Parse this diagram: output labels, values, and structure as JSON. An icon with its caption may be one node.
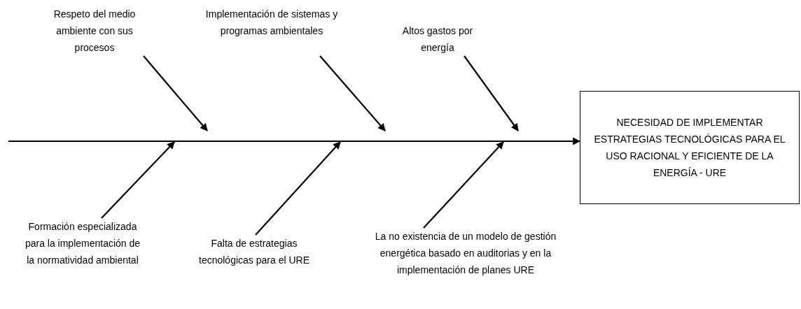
{
  "diagram": {
    "nodes": [
      {
        "text": [
          "NECESIDAD DE IMPLEMENTAR ESTRATEGIAS TECNOLÓGICAS PARA EL USO RACIONAL Y EFICIENTE DE LA ENERGÍA - URE"
        ]
      },
      {
        "text": [
          "Respeto del medio ambiente con sus procesos"
        ]
      },
      {
        "text": [
          "Implementación de sistemas y programas ambientales"
        ]
      },
      {
        "text": [
          "Altos gastos por energía"
        ]
      },
      {
        "text": [
          "Formación especializada para la implementación de la normatividad ambiental"
        ]
      },
      {
        "text": [
          "Falta de estrategias tecnológicas para el URE"
        ]
      },
      {
        "text": [
          "La no existencia de un modelo de gestión energética basado en auditorias y en la implementación de planes URE"
        ]
      }
    ],
    "edges": [
      {
        "from": null,
        "to": 0,
        "arrow": "to"
      },
      {
        "from": 1,
        "to": null,
        "arrow": "to"
      },
      {
        "from": 2,
        "to": null,
        "arrow": "to"
      },
      {
        "from": 3,
        "to": null,
        "arrow": "to"
      },
      {
        "from": 4,
        "to": null,
        "arrow": "to"
      },
      {
        "from": 5,
        "to": null,
        "arrow": "to"
      },
      {
        "from": 6,
        "to": null,
        "arrow": "to"
      }
    ]
  }
}
